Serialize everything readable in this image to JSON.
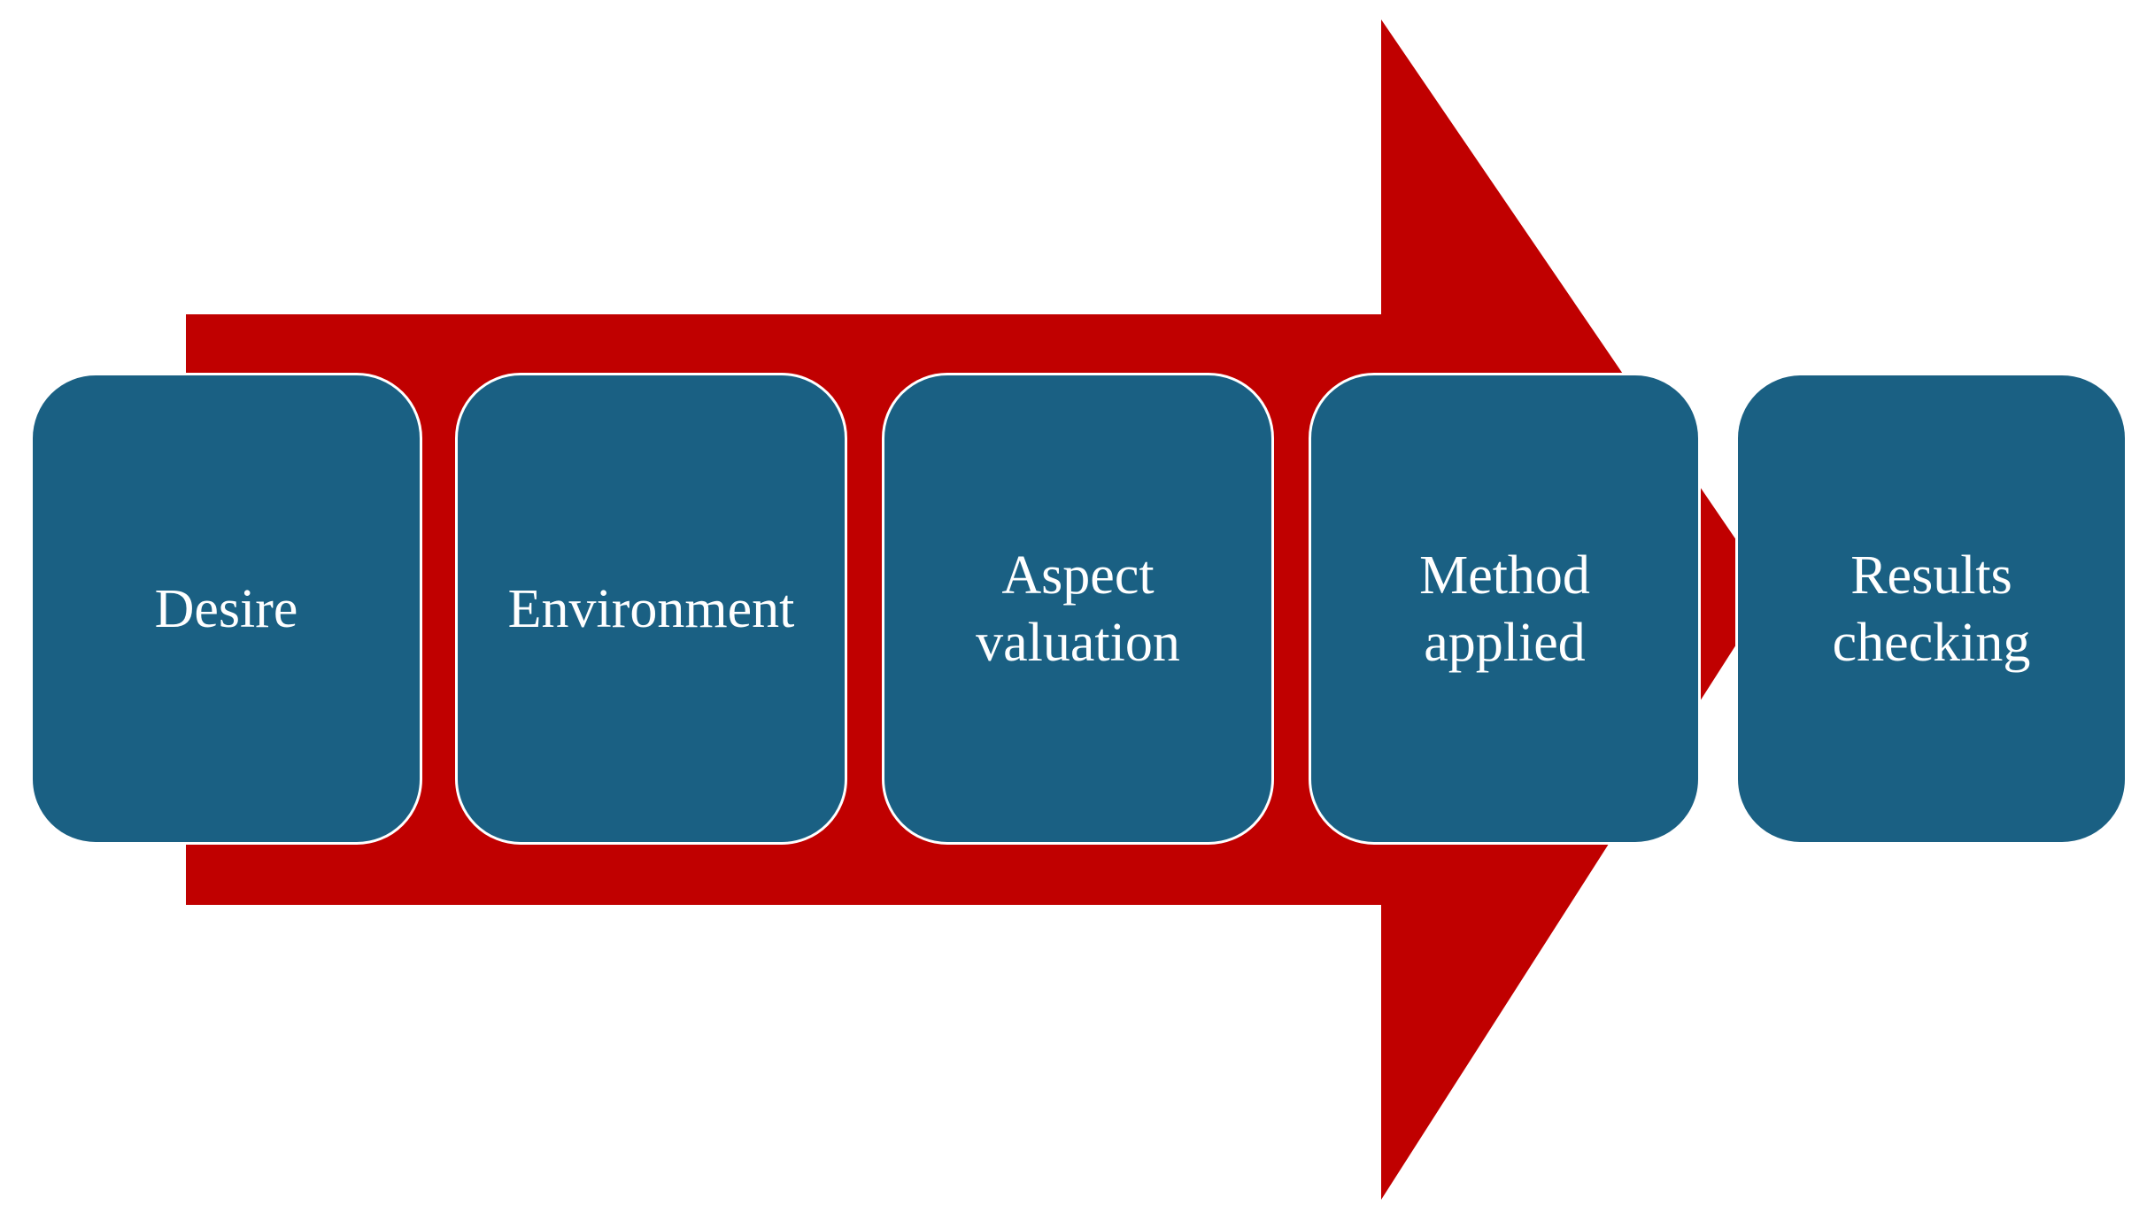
{
  "colors": {
    "arrow": "#c00000",
    "box_fill": "#1a6083",
    "box_border": "#ffffff",
    "text": "#ffffff",
    "background": "#ffffff"
  },
  "arrow": {
    "direction": "right",
    "icon": "block-arrow-right"
  },
  "steps": [
    {
      "label": "Desire"
    },
    {
      "label": "Environment"
    },
    {
      "label": "Aspect\nvaluation"
    },
    {
      "label": "Method\napplied"
    },
    {
      "label": "Results\nchecking"
    }
  ]
}
